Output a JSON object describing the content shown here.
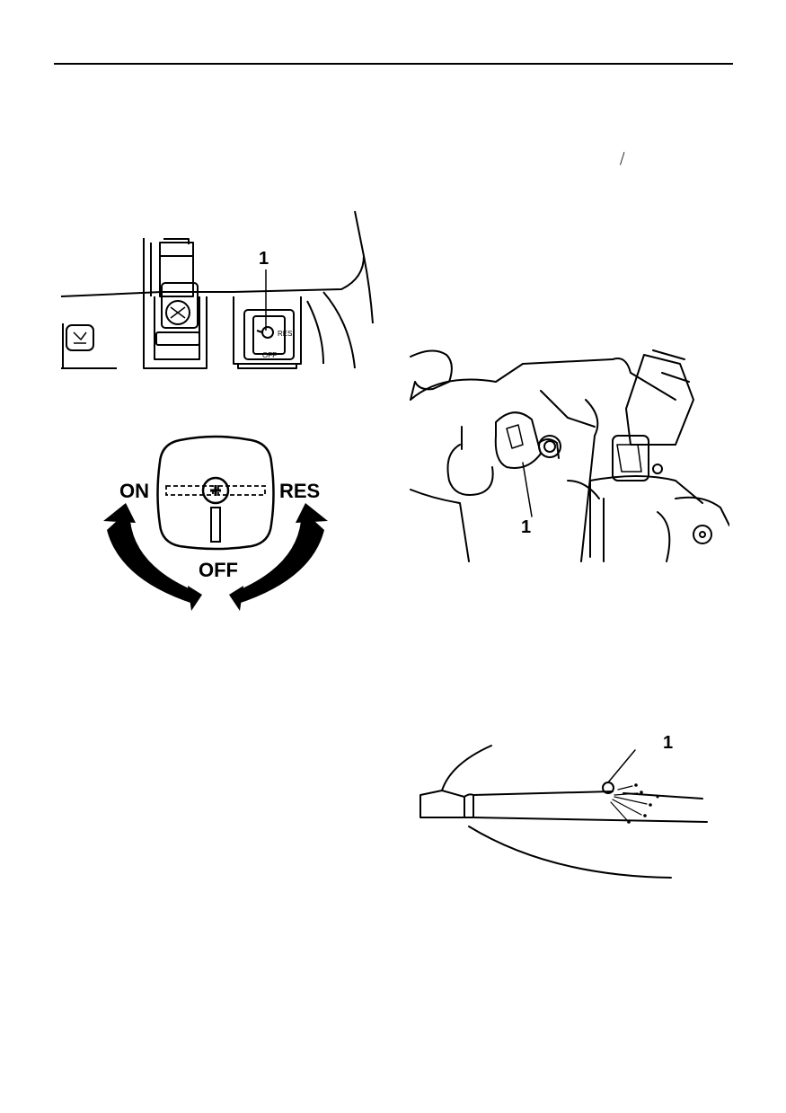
{
  "header": {
    "glyph": "⧸"
  },
  "figure_switch_panel": {
    "callout": "1",
    "switch_labels": {
      "off": "OFF",
      "res": "RES"
    }
  },
  "figure_dial": {
    "on_label": "ON",
    "res_label": "RES",
    "off_label": "OFF"
  },
  "figure_key_insert": {
    "callout": "1"
  },
  "figure_nozzle": {
    "callout": "1"
  },
  "colors": {
    "ink": "#000000",
    "paper": "#ffffff"
  }
}
